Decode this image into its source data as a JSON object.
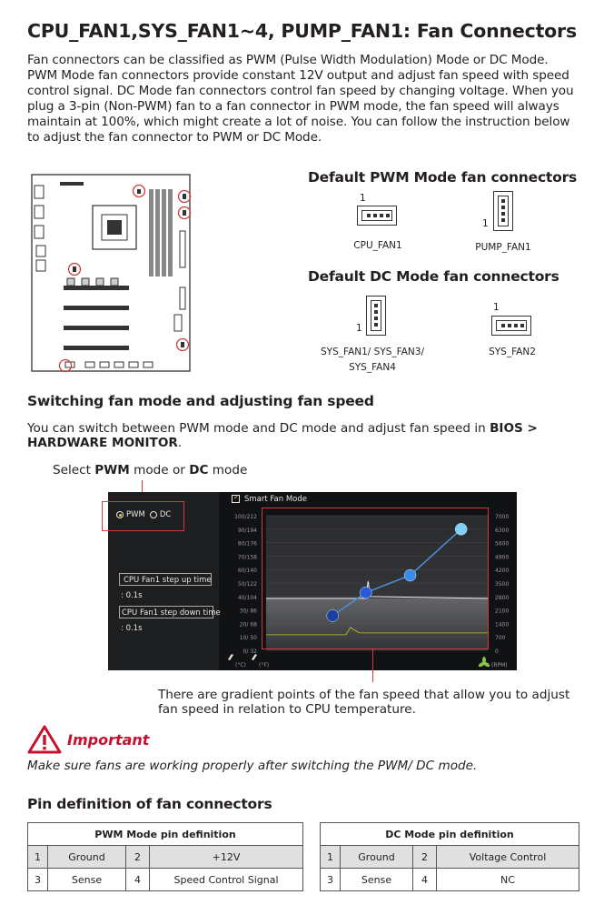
{
  "title": "CPU_FAN1,SYS_FAN1~4, PUMP_FAN1: Fan Connectors",
  "intro": "Fan connectors can be classified as PWM (Pulse Width Modulation) Mode or DC Mode. PWM Mode fan connectors provide constant 12V output and adjust fan speed with speed control signal. DC Mode fan connectors control fan speed by changing voltage. When you plug a 3-pin (Non-PWM) fan to a fan connector in PWM mode, the fan speed will always maintain at 100%, which might create a lot of noise. You can follow the instruction below to adjust the fan connector to PWM or DC Mode.",
  "pwm_section": {
    "heading": "Default PWM Mode fan connectors",
    "pin1_label": "1",
    "connectors": [
      "CPU_FAN1",
      "PUMP_FAN1"
    ]
  },
  "dc_section": {
    "heading": "Default DC Mode fan connectors",
    "pin1_label": "1",
    "connectors": [
      "SYS_FAN1/ SYS_FAN3/",
      "SYS_FAN4",
      "SYS_FAN2"
    ]
  },
  "switching": {
    "heading": "Switching fan mode and adjusting fan speed",
    "text_before": "You can switch between PWM mode and DC mode and adjust fan speed in ",
    "bold_path": "BIOS > HARDWARE MONITOR",
    "text_after": ".",
    "select_prefix": "Select ",
    "select_pwm": "PWM",
    "select_mid": " mode or ",
    "select_dc": "DC",
    "select_suffix": " mode",
    "caption": "There are gradient points of the fan speed that allow you to adjust fan speed in relation to CPU temperature."
  },
  "bios": {
    "pwm_option": "PWM",
    "dc_option": "DC",
    "smart_fan_label": "Smart Fan Mode",
    "step_up_label": "CPU Fan1 step up time",
    "step_up_value": ": 0.1s",
    "step_down_label": "CPU Fan1 step down time",
    "step_down_value": ": 0.1s",
    "temp_ticks": [
      "100/212",
      "90/194",
      "80/176",
      "70/158",
      "60/140",
      "50/122",
      "40/104",
      "30/ 86",
      "20/ 68",
      "10/ 50",
      "0/ 32"
    ],
    "rpm_ticks": [
      "7000",
      "6300",
      "5600",
      "4900",
      "4200",
      "3500",
      "2800",
      "2100",
      "1400",
      "700",
      "0"
    ],
    "temp_unit_c": "(°C)",
    "temp_unit_f": "(°F)",
    "rpm_unit": "(RPM)",
    "points": [
      {
        "temp_c": 30,
        "rpm": 1800
      },
      {
        "temp_c": 45,
        "rpm": 3000
      },
      {
        "temp_c": 65,
        "rpm": 3900
      },
      {
        "temp_c": 88,
        "rpm": 6300
      }
    ],
    "accent_color": "#4a90d9",
    "point_color": "#2a5bd7",
    "highlight_color": "#d33a3a"
  },
  "important": {
    "label": "Important",
    "note": "Make sure fans are working properly after switching the PWM/ DC mode."
  },
  "pin_definition": {
    "heading": "Pin definition of fan connectors",
    "pwm_table": {
      "title": "PWM Mode pin definition",
      "rows": [
        [
          "1",
          "Ground",
          "2",
          "+12V"
        ],
        [
          "3",
          "Sense",
          "4",
          "Speed Control Signal"
        ]
      ]
    },
    "dc_table": {
      "title": "DC Mode pin definition",
      "rows": [
        [
          "1",
          "Ground",
          "2",
          "Voltage Control"
        ],
        [
          "3",
          "Sense",
          "4",
          "NC"
        ]
      ]
    }
  }
}
